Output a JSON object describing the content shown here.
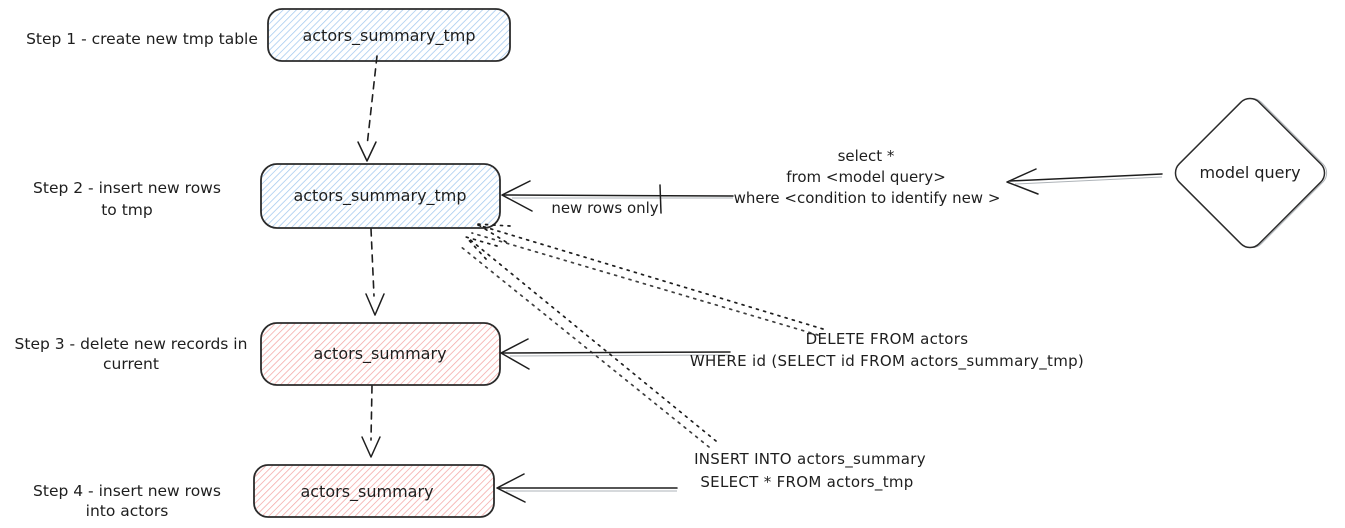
{
  "diagram": {
    "steps": [
      {
        "label_line1": "Step 1 - create new tmp table",
        "label_line2": "",
        "node_label": "actors_summary_tmp",
        "node_color": "blue"
      },
      {
        "label_line1": "Step 2 - insert new rows",
        "label_line2": "to tmp",
        "node_label": "actors_summary_tmp",
        "node_color": "blue"
      },
      {
        "label_line1": "Step 3 - delete new records in",
        "label_line2": "current",
        "node_label": "actors_summary",
        "node_color": "red"
      },
      {
        "label_line1": "Step 4 - insert new rows",
        "label_line2": "into actors",
        "node_label": "actors_summary",
        "node_color": "red"
      }
    ],
    "model_query": {
      "label": "model query"
    },
    "select_annotation": {
      "line1": "select *",
      "line2": "from <model query>",
      "line3": "where <condition to identify new >"
    },
    "new_rows_label": "new rows only",
    "delete_annotation": {
      "line1": "DELETE FROM actors",
      "line2": "WHERE id (SELECT id FROM actors_summary_tmp)"
    },
    "insert_annotation": {
      "line1": "INSERT INTO actors_summary",
      "line2": "SELECT * FROM actors_tmp"
    },
    "colors": {
      "blue_hatch": "#a3c9ef",
      "red_hatch": "#f4a7a5",
      "shape_stroke": "#2b2b2b",
      "text": "#1e1e1e"
    }
  }
}
